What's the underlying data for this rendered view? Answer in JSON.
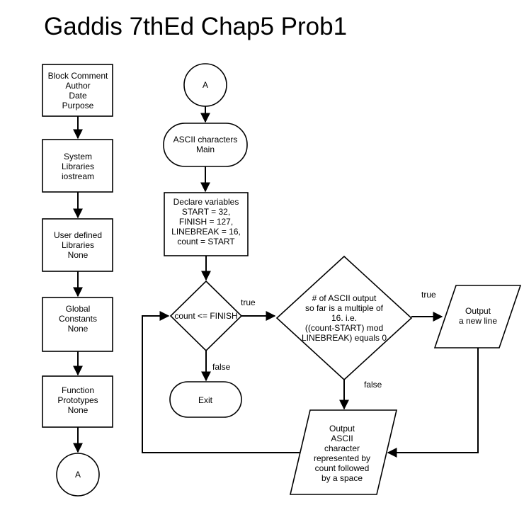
{
  "title": "Gaddis 7thEd Chap5 Prob1",
  "colors": {
    "stroke": "#000000",
    "fill": "#ffffff",
    "text": "#000000"
  },
  "left_column": [
    {
      "id": "block-comment",
      "lines": [
        "Block Comment",
        "Author",
        "Date",
        "Purpose"
      ]
    },
    {
      "id": "system-libraries",
      "lines": [
        "System",
        "Libraries",
        "iostream"
      ]
    },
    {
      "id": "user-libraries",
      "lines": [
        "User defined",
        "Libraries",
        "None"
      ]
    },
    {
      "id": "global-constants",
      "lines": [
        "Global",
        "Constants",
        "None"
      ]
    },
    {
      "id": "function-prototypes",
      "lines": [
        "Function",
        "Prototypes",
        "None"
      ]
    }
  ],
  "connector_bottom": "A",
  "connector_top": "A",
  "main_start": [
    "ASCII characters",
    "Main"
  ],
  "declare_box": [
    "Declare variables",
    "START = 32,",
    "FINISH = 127,",
    "LINEBREAK = 16,",
    "count = START"
  ],
  "loop_condition": "count <= FINISH",
  "exit_label": "Exit",
  "multiple_condition": [
    "# of ASCII output",
    "so far is a multiple of",
    "16. i.e.",
    "((count-START) mod",
    "LINEBREAK) equals 0"
  ],
  "output_newline": [
    "Output",
    "a new line"
  ],
  "output_char": [
    "Output",
    "ASCII",
    "character",
    "represented by",
    "count followed",
    "by a space"
  ],
  "edge_labels": {
    "loop_true": "true",
    "loop_false": "false",
    "mult_true": "true",
    "mult_false": "false"
  }
}
